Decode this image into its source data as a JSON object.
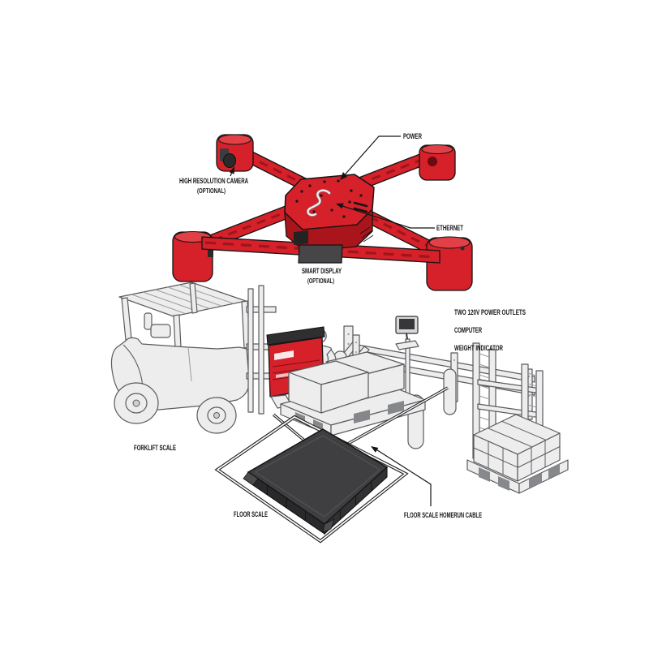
{
  "diagram": {
    "name": "Overhead dimensioner with forklift scale and floor scale installation diagram",
    "colors": {
      "accent_red": "#d6202a",
      "accent_red_dark": "#aa151b",
      "platform_dark": "#3f3f41",
      "display_dark": "#464648",
      "line_gray": "#5a5b5e",
      "fill_light": "#ededed",
      "label_text": "#141414"
    },
    "labels": {
      "power": "POWER",
      "high_resolution_camera": "HIGH RESOLUTION CAMERA",
      "high_resolution_camera_note": "(OPTIONAL)",
      "ethernet": "ETHERNET",
      "smart_display": "SMART DISPLAY",
      "smart_display_note": "(OPTIONAL)",
      "two_120v_power_outlets": "TWO 120V POWER OUTLETS",
      "computer": "COMPUTER",
      "weight_indicator": "WEIGHT INDICATOR",
      "forklift_scale": "FORKLIFT SCALE",
      "floor_scale": "FLOOR SCALE",
      "floor_scale_homerun_cable": "FLOOR SCALE HOMERUN CABLE"
    }
  }
}
